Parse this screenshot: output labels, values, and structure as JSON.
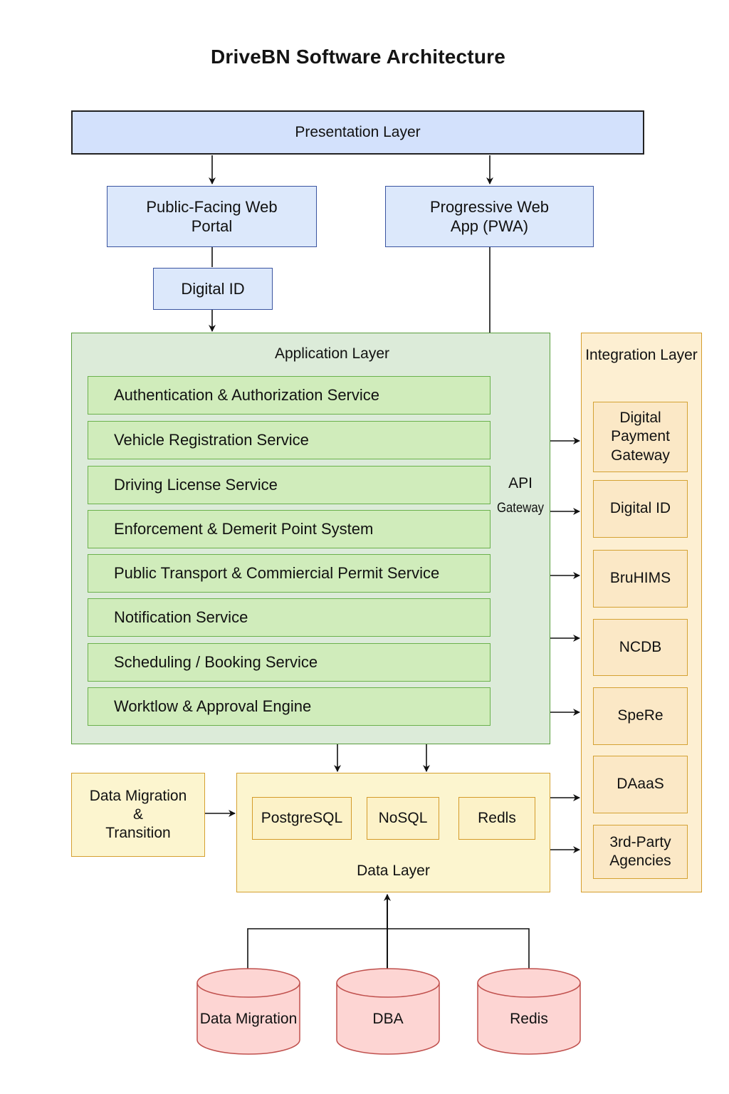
{
  "title": "DriveBN Software Architecture",
  "presentation_layer": {
    "label": "Presentation Layer",
    "web_portal": "Public-Facing Web Portal",
    "pwa": "Progressive Web App (PWA)",
    "digital_id": "Digital ID"
  },
  "application_layer": {
    "label": "Application Layer",
    "api_gateway_line1": "API",
    "api_gateway_line2": "Gateway",
    "services": [
      "Authentication & Authorization Service",
      "Vehicle Registration Service",
      "Driving License Service",
      "Enforcement & Demerit Point System",
      "Public Transport & Commiercial Permit Service",
      "Notification Service",
      "Scheduling / Booking Service",
      "Worktlow & Approval Engine"
    ]
  },
  "integration_layer": {
    "label": "Integration Layer",
    "items": [
      "Digital Payment Gateway",
      "Digital ID",
      "BruHIMS",
      "NCDB",
      "SpeRe",
      "DAaaS",
      "3rd-Party Agencies"
    ]
  },
  "data_layer": {
    "label": "Data Layer",
    "stores": [
      "PostgreSQL",
      "NoSQL",
      "Redls"
    ],
    "migration_box": {
      "line1": "Data Migration",
      "line2": "&",
      "line3": "Transition"
    }
  },
  "databases": [
    {
      "label": "Data Migration"
    },
    {
      "label": "DBA"
    },
    {
      "label": "Redis"
    }
  ],
  "colors": {
    "presentation_fill": "#d3e1fc",
    "application_fill": "#dcebd9",
    "service_fill": "#d0ecbb",
    "integration_fill": "#fdefd2",
    "data_fill": "#fcf5cf",
    "database_fill": "#fdd5d3",
    "database_stroke": "#c0504d"
  }
}
